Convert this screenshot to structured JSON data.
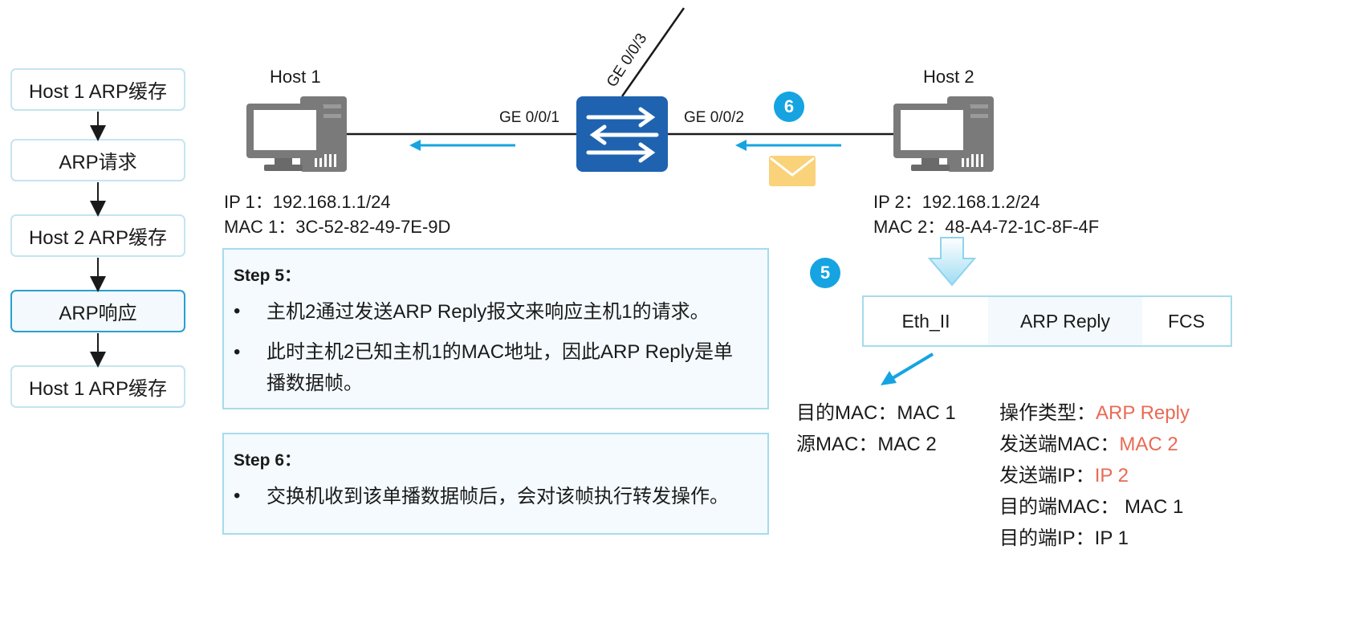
{
  "flow": [
    {
      "label": "Host 1 ARP缓存",
      "active": false
    },
    {
      "label": "ARP请求",
      "active": false
    },
    {
      "label": "Host 2 ARP缓存",
      "active": false
    },
    {
      "label": "ARP响应",
      "active": true
    },
    {
      "label": "Host 1 ARP缓存",
      "active": false
    }
  ],
  "host1": {
    "name": "Host 1",
    "ip": "IP 1：192.168.1.1/24",
    "mac": "MAC 1：3C-52-82-49-7E-9D"
  },
  "host2": {
    "name": "Host 2",
    "ip": "IP 2：192.168.1.2/24",
    "mac": "MAC 2：48-A4-72-1C-8F-4F"
  },
  "switch": {
    "port1": "GE 0/0/1",
    "port2": "GE 0/0/2",
    "port3": "GE 0/0/3"
  },
  "badges": {
    "step6": "6",
    "step5": "5"
  },
  "step5": {
    "title": "Step 5：",
    "bullets": [
      {
        "dot": "•",
        "lines": [
          "主机2通过发送ARP Reply报文来响应主机1的请求。"
        ]
      },
      {
        "dot": "•",
        "lines": [
          "此时主机2已知主机1的MAC地址，因此ARP Reply是单",
          "播数据帧。"
        ]
      }
    ]
  },
  "step6": {
    "title": "Step 6：",
    "bullets": [
      {
        "dot": "•",
        "lines": [
          "交换机收到该单播数据帧后，会对该帧执行转发操作。"
        ]
      }
    ]
  },
  "frame": {
    "eth": "Eth_II",
    "arp": "ARP Reply",
    "fcs": "FCS"
  },
  "eth_fields": {
    "dst_mac": "目的MAC：MAC 1",
    "src_mac": "源MAC：MAC 2"
  },
  "arp_fields": {
    "op_label": "操作类型：",
    "op_value": "ARP Reply",
    "sender_mac_label": "发送端MAC：",
    "sender_mac_value": "MAC 2",
    "sender_ip_label": "发送端IP：",
    "sender_ip_value": "IP 2",
    "target_mac": "目的端MAC： MAC 1",
    "target_ip": "目的端IP：IP 1"
  },
  "colors": {
    "accent": "#15a4e1",
    "switch": "#1f63b0",
    "highlight": "#e96a55",
    "envelope": "#f9d27a"
  }
}
